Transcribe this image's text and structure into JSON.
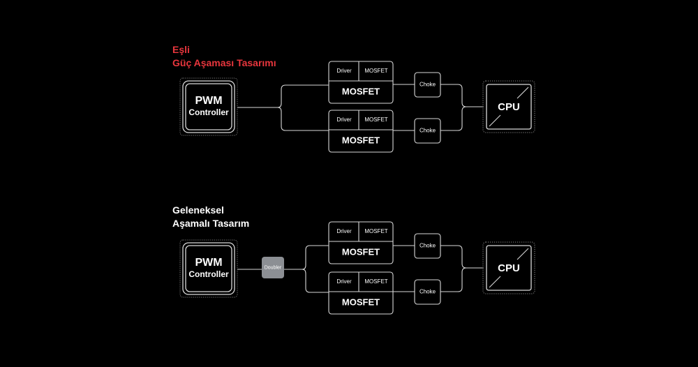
{
  "sections": [
    {
      "title_lines": [
        "Eşli",
        "Güç Aşaması Tasarımı"
      ],
      "accent": "#e8363d",
      "controller": {
        "line1": "PWM",
        "line2": "Controller"
      },
      "doubler": null,
      "stages": [
        {
          "driver": "Driver",
          "mosfet_small": "MOSFET",
          "mosfet": "MOSFET",
          "choke": "Choke"
        },
        {
          "driver": "Driver",
          "mosfet_small": "MOSFET",
          "mosfet": "MOSFET",
          "choke": "Choke"
        }
      ],
      "cpu": "CPU"
    },
    {
      "title_lines": [
        "Geleneksel",
        "Aşamalı Tasarım"
      ],
      "accent": "#ffffff",
      "controller": {
        "line1": "PWM",
        "line2": "Controller"
      },
      "doubler": "Doubler",
      "stages": [
        {
          "driver": "Driver",
          "mosfet_small": "MOSFET",
          "mosfet": "MOSFET",
          "choke": "Choke"
        },
        {
          "driver": "Driver",
          "mosfet_small": "MOSFET",
          "mosfet": "MOSFET",
          "choke": "Choke"
        }
      ],
      "cpu": "CPU"
    }
  ],
  "colors": {
    "background": "#000000",
    "line": "#d9d9d9",
    "doubler_fill": "#8c8f94"
  }
}
